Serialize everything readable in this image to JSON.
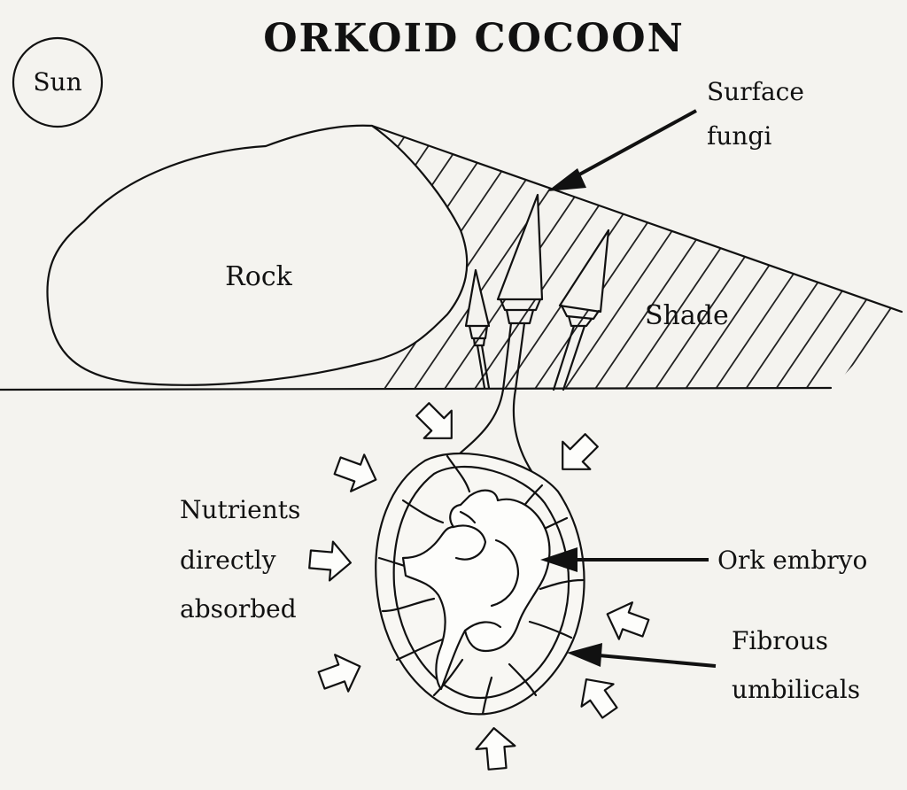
{
  "title": "ORKOID COCOON",
  "labels": {
    "sun": "Sun",
    "rock": "Rock",
    "shade": "Shade",
    "surface_fungi": [
      "Surface",
      "fungi"
    ],
    "nutrients": [
      "Nutrients",
      "directly",
      "absorbed"
    ],
    "ork_embryo": "Ork embryo",
    "fibrous_umbilicals": [
      "Fibrous",
      "umbilicals"
    ]
  },
  "colors": {
    "ink": "#111111",
    "paper": "#f4f3ef"
  }
}
